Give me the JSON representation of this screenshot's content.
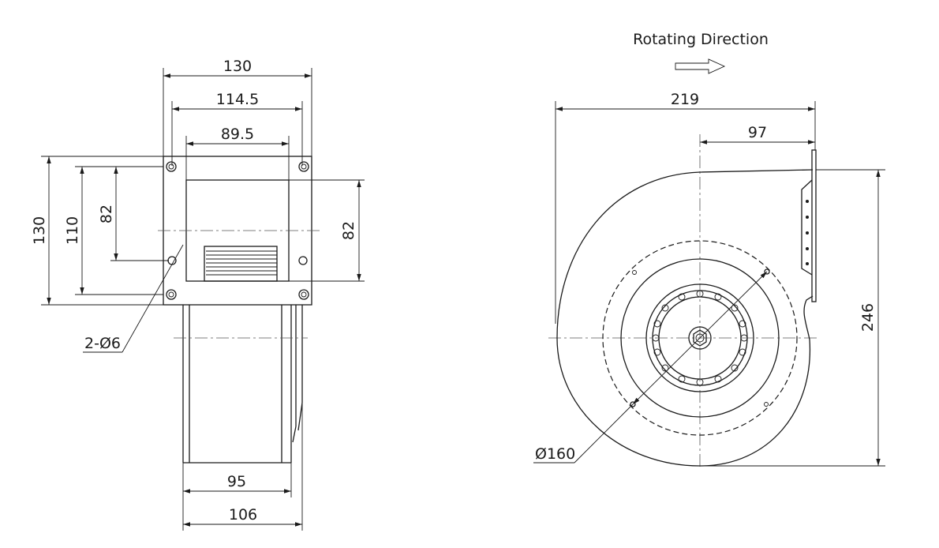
{
  "title": "Rotating Direction",
  "side_view": {
    "width_130": "130",
    "width_114_5": "114.5",
    "width_89_5": "89.5",
    "height_130": "130",
    "height_110": "110",
    "height_82_left": "82",
    "height_82_right": "82",
    "holes": "2-Ø6",
    "width_95": "95",
    "width_106": "106"
  },
  "front_view": {
    "width_219": "219",
    "width_97": "97",
    "height_246": "246",
    "diameter_160": "Ø160"
  }
}
